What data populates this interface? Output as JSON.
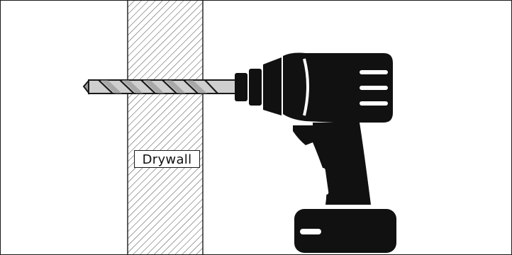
{
  "diagram": {
    "wall_label": "Drywall",
    "colors": {
      "outline": "#1a1a1a",
      "hatch": "#333333",
      "drill_body": "#111111",
      "bit_shank": "#cfcfcf",
      "bit_flute": "#9a9a9a",
      "background": "#ffffff"
    },
    "icons": [
      "drywall-panel",
      "drill-bit",
      "cordless-drill-icon"
    ]
  }
}
